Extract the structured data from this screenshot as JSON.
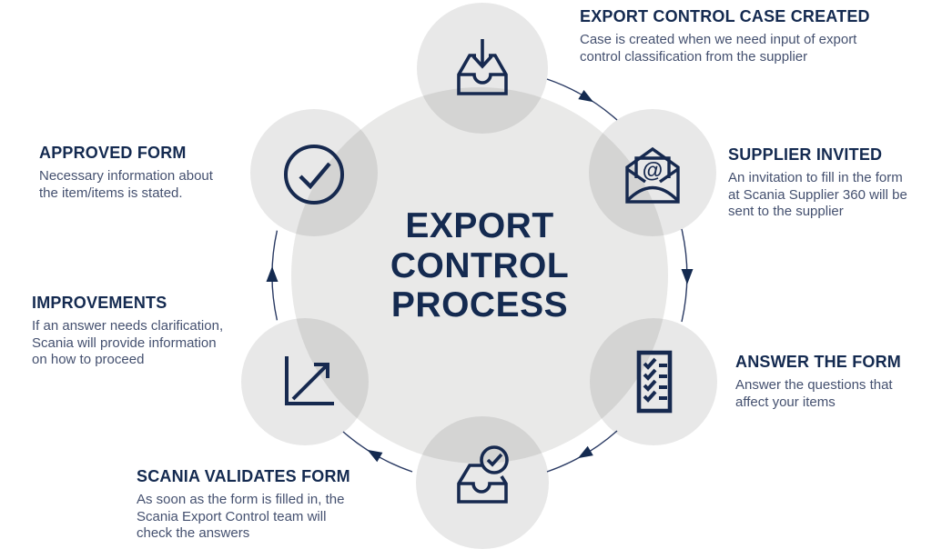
{
  "diagram": {
    "center_title": "EXPORT\nCONTROL\nPROCESS",
    "flow_direction": "clockwise"
  },
  "colors": {
    "navy": "#142A50",
    "body_text": "#44506F",
    "circle_grey": "#E4E4E3"
  },
  "steps": [
    {
      "id": "export-control-case-created",
      "icon": "inbox-download-icon",
      "title": "EXPORT CONTROL CASE CREATED",
      "description": "Case is created when we need input of export\ncontrol classification from the supplier"
    },
    {
      "id": "supplier-invited",
      "icon": "envelope-at-icon",
      "title": "SUPPLIER INVITED",
      "description": "An invitation to fill in the form\nat Scania Supplier 360 will be\nsent to the supplier"
    },
    {
      "id": "answer-the-form",
      "icon": "checklist-icon",
      "title": "ANSWER THE FORM",
      "description": "Answer the questions that\naffect your items"
    },
    {
      "id": "scania-validates-form",
      "icon": "inbox-check-icon",
      "title": "SCANIA VALIDATES FORM",
      "description": "As soon as the form is filled in, the\nScania Export Control team will\ncheck the answers"
    },
    {
      "id": "improvements",
      "icon": "growth-chart-icon",
      "title": "IMPROVEMENTS",
      "description": "If an answer needs clarification,\nScania will provide information\non how to proceed"
    },
    {
      "id": "approved-form",
      "icon": "check-circle-icon",
      "title": "APPROVED FORM",
      "description": "Necessary information about\nthe item/items is stated."
    }
  ]
}
